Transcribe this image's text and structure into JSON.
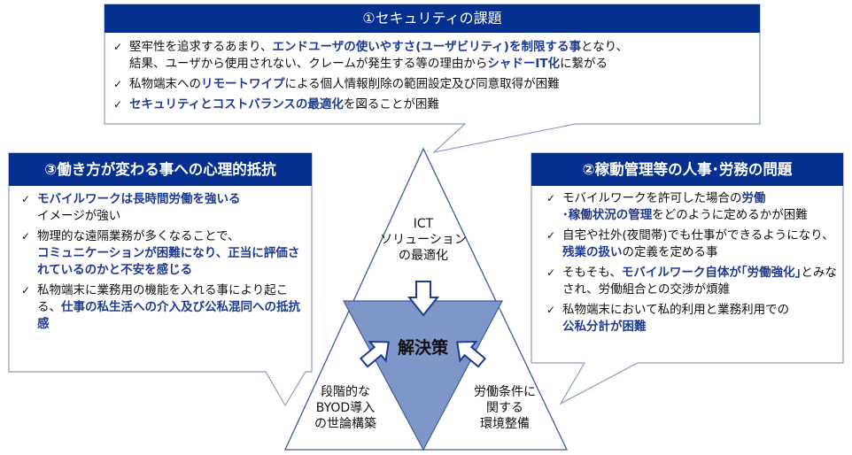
{
  "colors": {
    "header": "#06308f",
    "emphasis": "#1f3b8f",
    "inner_triangle": "#7f97c8",
    "outline": "#5a74a8"
  },
  "security": {
    "title": "①セキュリティの課題",
    "items": [
      [
        {
          "t": "堅牢性を追求するあまり、"
        },
        {
          "t": "エンドユーザの使いやすさ(ユーザビリティ)を制限する事",
          "em": true
        },
        {
          "t": "となり、"
        },
        {
          "br": true
        },
        {
          "t": "結果、ユーザから使用されない、クレームが発生する等の理由から"
        },
        {
          "t": "シャドーIT化",
          "em": true
        },
        {
          "t": "に繋がる"
        }
      ],
      [
        {
          "t": "私物端末への"
        },
        {
          "t": "リモートワイプ",
          "em": true
        },
        {
          "t": "による個人情報削除の範囲設定及び同意取得が困難"
        }
      ],
      [
        {
          "t": "セキュリティとコストバランスの最適化",
          "em": true
        },
        {
          "t": "を図ることが困難"
        }
      ]
    ]
  },
  "psychology": {
    "title": "③働き方が変わる事への心理的抵抗",
    "items": [
      [
        {
          "t": "モバイルワークは長時間労働を強いる",
          "em": true
        },
        {
          "br": true
        },
        {
          "t": "イメージが強い"
        }
      ],
      [
        {
          "t": "物理的な遠隔業務が多くなることで、"
        },
        {
          "br": true
        },
        {
          "t": "コミュニケーションが困難になり、正当に評価されているのかと不安を感じる",
          "em": true
        }
      ],
      [
        {
          "t": "私物端末に業務用の機能を入れる事により起こる、"
        },
        {
          "t": "仕事の私生活への介入及び公私混同への抵抗感",
          "em": true
        }
      ]
    ]
  },
  "labor": {
    "title": "②稼動管理等の人事･労務の問題",
    "items": [
      [
        {
          "t": "モバイルワークを許可した場合の"
        },
        {
          "t": "労働",
          "em": true
        },
        {
          "br": true
        },
        {
          "t": "･稼働状況の管理",
          "em": true
        },
        {
          "t": "をどのように定めるかが困難"
        }
      ],
      [
        {
          "t": "自宅や社外(夜間帯)でも仕事ができるようになり、"
        },
        {
          "t": "残業の扱い",
          "em": true
        },
        {
          "t": "の定義を定める事"
        }
      ],
      [
        {
          "t": "そもそも、"
        },
        {
          "t": "モバイルワーク自体が｢労働強化｣",
          "em": true
        },
        {
          "t": "とみなされ、労働組合との交渉が煩雑"
        }
      ],
      [
        {
          "t": "私物端末において私的利用と業務利用での"
        },
        {
          "br": true
        },
        {
          "t": "公私分計が困難",
          "em": true
        }
      ]
    ]
  },
  "triangle": {
    "top": [
      "ICT",
      "ソリューション",
      "の最適化"
    ],
    "left": [
      "段階的な",
      "BYOD導入",
      "の世論構築"
    ],
    "right": [
      "労働条件に",
      "関する",
      "環境整備"
    ],
    "center": "解決策"
  },
  "check_glyph": "✓"
}
